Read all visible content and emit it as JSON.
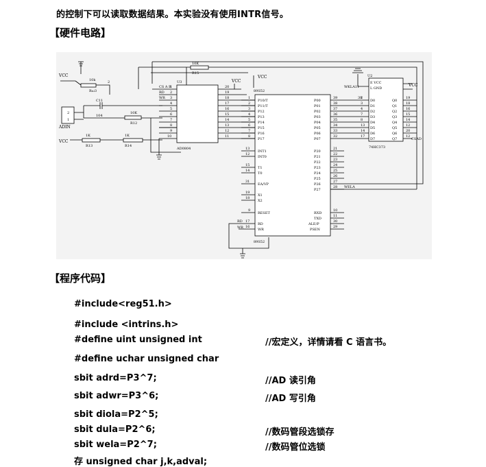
{
  "intro_line": "的控制下可以读取数据结果。本实验没有使用INTR信号。",
  "sections": {
    "hardware": "【硬件电路】",
    "code": "【程序代码】"
  },
  "circuit": {
    "vcc": "VCC",
    "adin": "ADIN",
    "c11": "C11",
    "c11_val": "104",
    "pot_val": "10k",
    "pot_name": "Rω3",
    "r15_val": "10K",
    "r15_name": "R15",
    "r12_val": "10K",
    "r12_name": "R12",
    "r13_val": "1K",
    "r13_name": "R13",
    "r14_val": "1K",
    "r14_name": "R14",
    "u3": "U3",
    "u3_chip": "AD0804",
    "u3_left_pins": [
      "CS A B",
      "RD",
      "WR",
      "",
      "",
      "",
      "",
      "",
      ""
    ],
    "u3_left_nums": [
      "1",
      "2",
      "3",
      "4",
      "5",
      "6",
      "7",
      "8",
      "9",
      "10"
    ],
    "u3_right_nums": [
      "20",
      "19",
      "18",
      "17",
      "16",
      "15",
      "14",
      "13",
      "12",
      "11"
    ],
    "mcu_top": "89S52",
    "mcu_bottom": "89S52",
    "mcu_left": [
      "P10/T",
      "P11/T",
      "P12",
      "P13",
      "P14",
      "P15",
      "P16",
      "P17",
      "INT1",
      "INT0",
      "T1",
      "T0",
      "EA/VP",
      "X1",
      "X2",
      "RESET",
      "RD",
      "WR"
    ],
    "mcu_right": [
      "P00",
      "P01",
      "P02",
      "P03",
      "P04",
      "P05",
      "P06",
      "P07",
      "P20",
      "P21",
      "P22",
      "P23",
      "P24",
      "P25",
      "P26",
      "P27",
      "RXD",
      "TXD",
      "ALE/P",
      "PSEN"
    ],
    "u2": "U2",
    "u2_chip": "74HC373",
    "u2_pins_left": [
      "E VCC",
      "L GND",
      "",
      "D0",
      "D1",
      "D2",
      "D3",
      "D4",
      "D5",
      "D6",
      "D7"
    ],
    "u2_pins_right": [
      "Q0",
      "Q1",
      "Q2",
      "Q3",
      "Q4",
      "Q5",
      "Q6",
      "Q7"
    ],
    "wkla": "WKLA11",
    "csad": "CSAD",
    "wela": "WELA",
    "rd": "RD",
    "wr": "WR"
  },
  "code_lines": [
    {
      "code": "#include<reg51.h>",
      "comment": ""
    },
    {
      "code": "#include <intrins.h>",
      "comment": ""
    },
    {
      "code": "#define uint unsigned int",
      "comment": "//宏定义，详情请看 C 语言书。"
    },
    {
      "code": "#define uchar unsigned char",
      "comment": ""
    },
    {
      "code": "sbit adrd=P3^7;",
      "comment": "//AD 读引角"
    },
    {
      "code": "sbit adwr=P3^6;",
      "comment": "//AD 写引角"
    },
    {
      "code": "sbit diola=P2^5;",
      "comment": ""
    },
    {
      "code": "sbit dula=P2^6;",
      "comment": "//数码管段选锁存"
    },
    {
      "code": "sbit wela=P2^7;",
      "comment": "//数码管位选锁"
    },
    {
      "code": "存 unsigned char j,k,adval;",
      "comment": ""
    }
  ]
}
